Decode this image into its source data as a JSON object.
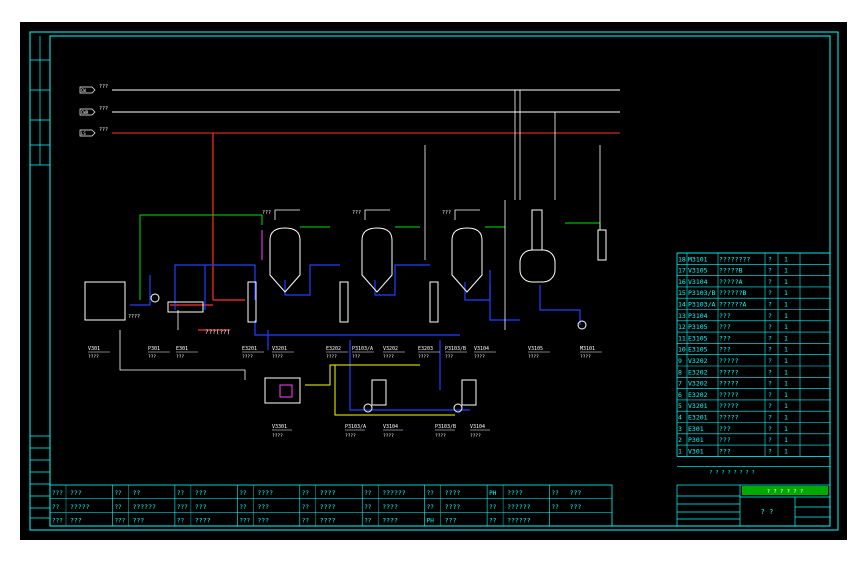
{
  "colors": {
    "background": "#000000",
    "outer_margin": "#ffffff",
    "frame": "#00ffff",
    "annotation": "#ffffff",
    "steam_line": "#ff3030",
    "utility_line": "#00e000",
    "process_line": "#2040ff",
    "product_line": "#ffff00",
    "legend_text": "#00ffff"
  },
  "utility_headers": [
    {
      "tag": "CW",
      "label": "???"
    },
    {
      "tag": "CWR",
      "label": "???"
    },
    {
      "tag": "LS",
      "label": "???"
    }
  ],
  "equipment_tags": [
    {
      "tag": "V301",
      "desc": "????"
    },
    {
      "tag": "P301",
      "desc": "???"
    },
    {
      "tag": "E301",
      "desc": "???"
    },
    {
      "tag": "E3201",
      "desc": "????"
    },
    {
      "tag": "V3201",
      "desc": "????"
    },
    {
      "tag": "E3202",
      "desc": "????"
    },
    {
      "tag": "P3103/A",
      "desc": "???"
    },
    {
      "tag": "V3202",
      "desc": "????"
    },
    {
      "tag": "E3203",
      "desc": "????"
    },
    {
      "tag": "P3103/B",
      "desc": "???"
    },
    {
      "tag": "V3104",
      "desc": "????"
    },
    {
      "tag": "V3105",
      "desc": "????"
    },
    {
      "tag": "M3101",
      "desc": "????"
    }
  ],
  "lower_tags": [
    {
      "tag": "V3301",
      "desc": "????"
    },
    {
      "tag": "P3103/A",
      "desc": "????"
    },
    {
      "tag": "V3104",
      "desc": "????"
    },
    {
      "tag": "P3103/B",
      "desc": "????"
    },
    {
      "tag": "V3104",
      "desc": "????"
    }
  ],
  "inline_labels": {
    "cooling_note": "???(??)",
    "feed_note": "????",
    "vapor_1": "???",
    "vapor_2": "???",
    "vapor_3": "???"
  },
  "equipment_list": {
    "title": "? ? ? ? ? ? ? ?",
    "rows": [
      {
        "no": "18",
        "tag": "M3101",
        "name": "????????",
        "qty": "?",
        "unit": "1"
      },
      {
        "no": "17",
        "tag": "V3105",
        "name": "?????B",
        "qty": "?",
        "unit": "1"
      },
      {
        "no": "16",
        "tag": "V3104",
        "name": "?????A",
        "qty": "?",
        "unit": "1"
      },
      {
        "no": "15",
        "tag": "P3103/B",
        "name": "??????B",
        "qty": "?",
        "unit": "1"
      },
      {
        "no": "14",
        "tag": "P3103/A",
        "name": "??????A",
        "qty": "?",
        "unit": "1"
      },
      {
        "no": "13",
        "tag": "P3104",
        "name": "???",
        "qty": "?",
        "unit": "1"
      },
      {
        "no": "12",
        "tag": "P3105",
        "name": "???",
        "qty": "?",
        "unit": "1"
      },
      {
        "no": "11",
        "tag": "E3105",
        "name": "???",
        "qty": "?",
        "unit": "1"
      },
      {
        "no": "10",
        "tag": "E3105",
        "name": "???",
        "qty": "?",
        "unit": "1"
      },
      {
        "no": "9",
        "tag": "V3202",
        "name": "?????",
        "qty": "?",
        "unit": "1"
      },
      {
        "no": "8",
        "tag": "E3202",
        "name": "?????",
        "qty": "?",
        "unit": "1"
      },
      {
        "no": "7",
        "tag": "V3202",
        "name": "?????",
        "qty": "?",
        "unit": "1"
      },
      {
        "no": "6",
        "tag": "E3202",
        "name": "?????",
        "qty": "?",
        "unit": "1"
      },
      {
        "no": "5",
        "tag": "V3201",
        "name": "?????",
        "qty": "?",
        "unit": "1"
      },
      {
        "no": "4",
        "tag": "E3201",
        "name": "?????",
        "qty": "?",
        "unit": "1"
      },
      {
        "no": "3",
        "tag": "E301",
        "name": "???",
        "qty": "?",
        "unit": "1"
      },
      {
        "no": "2",
        "tag": "P301",
        "name": "???",
        "qty": "?",
        "unit": "1"
      },
      {
        "no": "1",
        "tag": "V301",
        "name": "???",
        "qty": "?",
        "unit": "1"
      }
    ]
  },
  "legend": {
    "cells": [
      {
        "sym": "???",
        "text": "???"
      },
      {
        "sym": "??",
        "text": "?????"
      },
      {
        "sym": "???",
        "text": "???"
      },
      {
        "sym": "??",
        "text": "??"
      },
      {
        "sym": "??",
        "text": "??????"
      },
      {
        "sym": "???",
        "text": "???"
      },
      {
        "sym": "??",
        "text": "???"
      },
      {
        "sym": "???",
        "text": "???"
      },
      {
        "sym": "??",
        "text": "????"
      },
      {
        "sym": "??",
        "text": "????"
      },
      {
        "sym": "??",
        "text": "???"
      },
      {
        "sym": "???",
        "text": "???"
      },
      {
        "sym": "??",
        "text": "????"
      },
      {
        "sym": "??",
        "text": "????"
      },
      {
        "sym": "??",
        "text": "????"
      },
      {
        "sym": "??",
        "text": "??????"
      },
      {
        "sym": "??",
        "text": "????"
      },
      {
        "sym": "??",
        "text": "????"
      },
      {
        "sym": "??",
        "text": "????"
      },
      {
        "sym": "??",
        "text": "????"
      },
      {
        "sym": "PH",
        "text": "???"
      },
      {
        "sym": "PH",
        "text": "????"
      },
      {
        "sym": "??",
        "text": "??????"
      },
      {
        "sym": "??",
        "text": "??????"
      },
      {
        "sym": "??",
        "text": "???"
      },
      {
        "sym": "??",
        "text": "???"
      }
    ]
  },
  "title_block": {
    "drawing_title": "? ?",
    "stamp": "? ? ? ? ? ?"
  }
}
